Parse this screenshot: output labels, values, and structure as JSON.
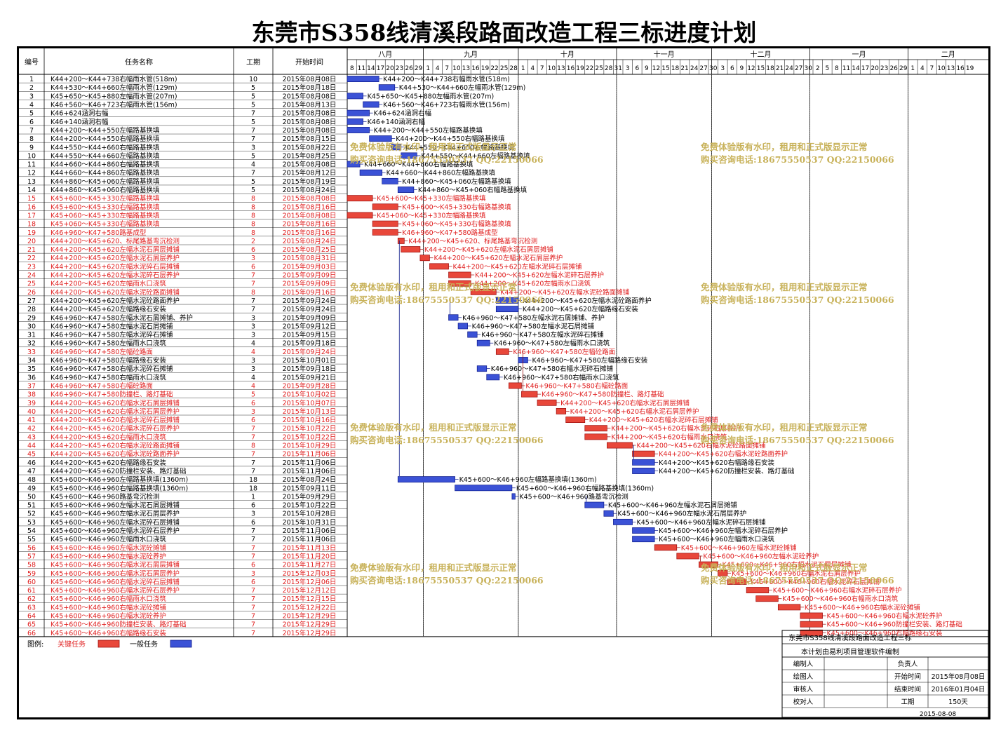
{
  "title": "东莞市S358线清溪段路面改造工程三标进度计划",
  "columns": {
    "id": "编号",
    "name": "任务名称",
    "duration": "工期",
    "start": "开始时间"
  },
  "months": [
    "八月",
    "九月",
    "十月",
    "十一月",
    "十二月",
    "一月",
    "二月"
  ],
  "day_ticks": [
    "8",
    "11",
    "14",
    "17",
    "20",
    "23",
    "26",
    "29",
    "1",
    "4",
    "7",
    "10",
    "13",
    "16",
    "19",
    "22",
    "25",
    "28",
    "1",
    "4",
    "7",
    "10",
    "13",
    "16",
    "19",
    "22",
    "25",
    "28",
    "31",
    "3",
    "6",
    "9",
    "12",
    "15",
    "18",
    "21",
    "24",
    "27",
    "30",
    "3",
    "6",
    "9",
    "12",
    "15",
    "18",
    "21",
    "24",
    "27",
    "30",
    "2",
    "5",
    "8",
    "11",
    "14",
    "17",
    "20",
    "23",
    "26",
    "29",
    "1",
    "4",
    "7",
    "10",
    "13",
    "16",
    "19"
  ],
  "colors": {
    "critical": "#e8473a",
    "critical_edge": "#9b0d0d",
    "normal": "#3b52d6",
    "normal_edge": "#0d1a8a",
    "critical_text": "#e02020",
    "normal_text": "#000000",
    "watermark": "#c8b25a"
  },
  "watermark": {
    "line1": "免费体验版有水印，租用和正式版显示正常",
    "line2": "购买咨询电话:18675550537 QQ:22150066"
  },
  "legend": {
    "label": "图例:",
    "critical": "关键任务",
    "normal": "一般任务"
  },
  "info": {
    "project": "东莞市S358线清溪段路面改造工程三标",
    "software": "本计划由易利项目管理软件编制",
    "rows": [
      [
        "编制人",
        "",
        "负责人",
        ""
      ],
      [
        "绘图人",
        "",
        "开始时间",
        "2015年08月08日"
      ],
      [
        "审核人",
        "",
        "结束时间",
        "2016年01月04日"
      ],
      [
        "校对人",
        "",
        "工期",
        "150天"
      ]
    ],
    "date": "2015-08-08"
  },
  "tasks": [
    {
      "id": "1",
      "name": "K44+200～K44+738右幅雨水管(518m)",
      "dur": 10,
      "start": "2015年08月08日",
      "crit": false
    },
    {
      "id": "2",
      "name": "K44+530～K44+660左幅雨水管(129m)",
      "dur": 5,
      "start": "2015年08月18日",
      "crit": false
    },
    {
      "id": "3",
      "name": "K45+650～K45+880左幅雨水管(207m)",
      "dur": 5,
      "start": "2015年08月08日",
      "crit": false
    },
    {
      "id": "4",
      "name": "K46+560～K46+723右幅雨水管(156m)",
      "dur": 5,
      "start": "2015年08月13日",
      "crit": false
    },
    {
      "id": "5",
      "name": "K46+624涵洞右幅",
      "dur": 7,
      "start": "2015年08月08日",
      "crit": false
    },
    {
      "id": "6",
      "name": "K46+140涵洞右幅",
      "dur": 5,
      "start": "2015年08月08日",
      "crit": false
    },
    {
      "id": "7",
      "name": "K44+200～K44+550左幅路基换填",
      "dur": 7,
      "start": "2015年08月08日",
      "crit": false
    },
    {
      "id": "8",
      "name": "K44+200～K44+550右幅路基换填",
      "dur": 7,
      "start": "2015年08月15日",
      "crit": false
    },
    {
      "id": "9",
      "name": "K44+550～K44+660右幅路基换填",
      "dur": 3,
      "start": "2015年08月22日",
      "crit": false
    },
    {
      "id": "10",
      "name": "K44+550～K44+660左幅路基换填",
      "dur": 5,
      "start": "2015年08月25日",
      "crit": false
    },
    {
      "id": "11",
      "name": "K44+660～K44+860右幅路基换填",
      "dur": 4,
      "start": "2015年08月08日",
      "crit": false
    },
    {
      "id": "12",
      "name": "K44+660～K44+860左幅路基换填",
      "dur": 7,
      "start": "2015年08月12日",
      "crit": false
    },
    {
      "id": "13",
      "name": "K44+860～K45+060左幅路基换填",
      "dur": 5,
      "start": "2015年08月19日",
      "crit": false
    },
    {
      "id": "14",
      "name": "K44+860～K45+060右幅路基换填",
      "dur": 5,
      "start": "2015年08月24日",
      "crit": false
    },
    {
      "id": "15",
      "name": "K45+600～K45+330左幅路基换填",
      "dur": 8,
      "start": "2015年08月08日",
      "crit": true
    },
    {
      "id": "16",
      "name": "K45+600～K45+330右幅路基换填",
      "dur": 8,
      "start": "2015年08月16日",
      "crit": true
    },
    {
      "id": "17",
      "name": "K45+060～K45+330左幅路基换填",
      "dur": 8,
      "start": "2015年08月08日",
      "crit": true
    },
    {
      "id": "18",
      "name": "K45+060～K45+330右幅路基换填",
      "dur": 8,
      "start": "2015年08月16日",
      "crit": true
    },
    {
      "id": "19",
      "name": "K46+960～K47+580路基成型",
      "dur": 8,
      "start": "2015年08月16日",
      "crit": true
    },
    {
      "id": "20",
      "name": "K44+200～K45+620、标尾路基弯沉检测",
      "dur": 2,
      "start": "2015年08月24日",
      "crit": true
    },
    {
      "id": "21",
      "name": "K44+200～K45+620左幅水泥石屑层摊铺",
      "dur": 6,
      "start": "2015年08月25日",
      "crit": true
    },
    {
      "id": "22",
      "name": "K44+200～K45+620左幅水泥石屑层养护",
      "dur": 3,
      "start": "2015年08月31日",
      "crit": true
    },
    {
      "id": "23",
      "name": "K44+200～K45+620左幅水泥碎石层摊铺",
      "dur": 6,
      "start": "2015年09月03日",
      "crit": true
    },
    {
      "id": "24",
      "name": "K44+200～K45+620左幅水泥碎石层养护",
      "dur": 7,
      "start": "2015年09月09日",
      "crit": true
    },
    {
      "id": "25",
      "name": "K44+200～K45+620左幅雨水口浇筑",
      "dur": 7,
      "start": "2015年09月09日",
      "crit": true
    },
    {
      "id": "26",
      "name": "K44+200～K45+620左幅水泥砼路面摊铺",
      "dur": 8,
      "start": "2015年09月16日",
      "crit": true
    },
    {
      "id": "27",
      "name": "K44+200～K45+620左幅水泥砼路面养护",
      "dur": 7,
      "start": "2015年09月24日",
      "crit": false
    },
    {
      "id": "28",
      "name": "K44+200～K45+620左幅路缘石安装",
      "dur": 7,
      "start": "2015年09月24日",
      "crit": false
    },
    {
      "id": "29",
      "name": "K46+960～K47+580左幅水泥石屑摊铺、养护",
      "dur": 3,
      "start": "2015年09月09日",
      "crit": false
    },
    {
      "id": "30",
      "name": "K46+960～K47+580左幅水泥石屑摊铺",
      "dur": 3,
      "start": "2015年09月12日",
      "crit": false
    },
    {
      "id": "31",
      "name": "K46+960～K47+580左幅水泥碎石摊铺",
      "dur": 3,
      "start": "2015年09月15日",
      "crit": false
    },
    {
      "id": "32",
      "name": "K46+960～K47+580左幅雨水口浇筑",
      "dur": 4,
      "start": "2015年09月18日",
      "crit": false
    },
    {
      "id": "33",
      "name": "K46+960～K47+580左幅砼路面",
      "dur": 4,
      "start": "2015年09月24日",
      "crit": true
    },
    {
      "id": "34",
      "name": "K46+960～K47+580左幅路缘石安装",
      "dur": 3,
      "start": "2015年10月01日",
      "crit": false
    },
    {
      "id": "35",
      "name": "K46+960～K47+580右幅水泥碎石摊铺",
      "dur": 3,
      "start": "2015年09月18日",
      "crit": false
    },
    {
      "id": "36",
      "name": "K46+960～K47+580右幅雨水口浇筑",
      "dur": 4,
      "start": "2015年09月21日",
      "crit": false
    },
    {
      "id": "37",
      "name": "K46+960～K47+580右幅砼路面",
      "dur": 4,
      "start": "2015年09月28日",
      "crit": true
    },
    {
      "id": "38",
      "name": "K46+960～K47+580防撞栏、路灯基础",
      "dur": 5,
      "start": "2015年10月02日",
      "crit": true
    },
    {
      "id": "39",
      "name": "K44+200～K45+620右幅水泥石屑层摊铺",
      "dur": 6,
      "start": "2015年10月07日",
      "crit": true
    },
    {
      "id": "40",
      "name": "K44+200～K45+620右幅水泥石屑层养护",
      "dur": 3,
      "start": "2015年10月13日",
      "crit": true
    },
    {
      "id": "41",
      "name": "K44+200～K45+620右幅水泥碎石层摊铺",
      "dur": 6,
      "start": "2015年10月16日",
      "crit": true
    },
    {
      "id": "42",
      "name": "K44+200～K45+620右幅水泥碎石层养护",
      "dur": 7,
      "start": "2015年10月22日",
      "crit": true
    },
    {
      "id": "43",
      "name": "K44+200～K45+620右幅雨水口浇筑",
      "dur": 7,
      "start": "2015年10月22日",
      "crit": true
    },
    {
      "id": "44",
      "name": "K44+200～K45+620右幅水泥砼路面摊铺",
      "dur": 8,
      "start": "2015年10月29日",
      "crit": true
    },
    {
      "id": "45",
      "name": "K44+200～K45+620右幅水泥砼路面养护",
      "dur": 7,
      "start": "2015年11月06日",
      "crit": true
    },
    {
      "id": "46",
      "name": "K44+200～K45+620右幅路缘石安装",
      "dur": 7,
      "start": "2015年11月06日",
      "crit": false
    },
    {
      "id": "47",
      "name": "K44+200～K45+620防撞栏安装、路灯基础",
      "dur": 7,
      "start": "2015年11月06日",
      "crit": false
    },
    {
      "id": "48",
      "name": "K45+600～K46+960左幅路基换填(1360m)",
      "dur": 18,
      "start": "2015年08月24日",
      "crit": false
    },
    {
      "id": "49",
      "name": "K45+600～K46+960右幅路基换填(1360m)",
      "dur": 18,
      "start": "2015年09月11日",
      "crit": false
    },
    {
      "id": "50",
      "name": "K45+600～K46+960路基弯沉检测",
      "dur": 1,
      "start": "2015年09月29日",
      "crit": false
    },
    {
      "id": "51",
      "name": "K45+600～K46+960左幅水泥石屑层摊铺",
      "dur": 6,
      "start": "2015年10月22日",
      "crit": false
    },
    {
      "id": "52",
      "name": "K45+600～K46+960左幅水泥石屑层养护",
      "dur": 3,
      "start": "2015年10月28日",
      "crit": false
    },
    {
      "id": "53",
      "name": "K45+600～K46+960左幅水泥碎石层摊铺",
      "dur": 6,
      "start": "2015年10月31日",
      "crit": false
    },
    {
      "id": "54",
      "name": "K45+600～K46+960左幅水泥碎石层养护",
      "dur": 7,
      "start": "2015年11月06日",
      "crit": false
    },
    {
      "id": "55",
      "name": "K45+600～K46+960左幅雨水口浇筑",
      "dur": 7,
      "start": "2015年11月06日",
      "crit": false
    },
    {
      "id": "56",
      "name": "K45+600～K46+960左幅水泥砼摊铺",
      "dur": 7,
      "start": "2015年11月13日",
      "crit": true
    },
    {
      "id": "57",
      "name": "K45+600～K46+960左幅水泥砼养护",
      "dur": 7,
      "start": "2015年11月20日",
      "crit": true
    },
    {
      "id": "58",
      "name": "K45+600～K46+960右幅水泥石屑层摊铺",
      "dur": 6,
      "start": "2015年11月27日",
      "crit": true
    },
    {
      "id": "59",
      "name": "K45+600～K46+960右幅水泥石屑层养护",
      "dur": 3,
      "start": "2015年12月03日",
      "crit": true
    },
    {
      "id": "60",
      "name": "K45+600～K46+960右幅水泥碎石层摊铺",
      "dur": 6,
      "start": "2015年12月06日",
      "crit": true
    },
    {
      "id": "61",
      "name": "K45+600～K46+960右幅水泥碎石层养护",
      "dur": 7,
      "start": "2015年12月12日",
      "crit": true
    },
    {
      "id": "62",
      "name": "K45+600～K46+960右幅雨水口浇筑",
      "dur": 7,
      "start": "2015年12月15日",
      "crit": true
    },
    {
      "id": "63",
      "name": "K45+600～K46+960右幅水泥砼摊铺",
      "dur": 7,
      "start": "2015年12月22日",
      "crit": true
    },
    {
      "id": "64",
      "name": "K45+600～K46+960右幅水泥砼养护",
      "dur": 7,
      "start": "2015年12月29日",
      "crit": true
    },
    {
      "id": "65",
      "name": "K45+600～K46+960防撞栏安装、路灯基础",
      "dur": 7,
      "start": "2015年12月29日",
      "crit": true
    },
    {
      "id": "66",
      "name": "K45+600～K46+960右幅路缘石安装",
      "dur": 7,
      "start": "2015年12月29日",
      "crit": true
    }
  ]
}
